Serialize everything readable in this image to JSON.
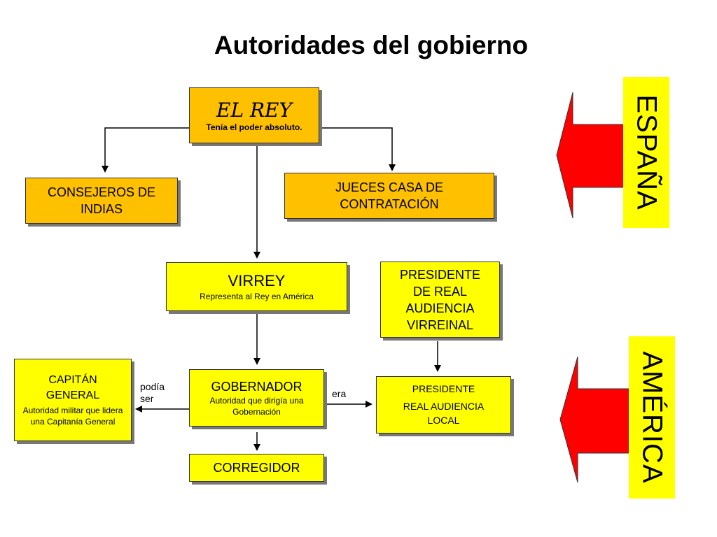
{
  "title": "Autoridades del gobierno",
  "nodes": {
    "rey": {
      "name": "EL REY",
      "desc": "Tenía el poder absoluto."
    },
    "consejeros": {
      "name": "CONSEJEROS DE INDIAS"
    },
    "jueces": {
      "name": "JUECES CASA DE CONTRATACIÓN"
    },
    "virrey": {
      "name": "VIRREY",
      "desc": "Representa al Rey en América"
    },
    "presidente_virreinal": {
      "name": "PRESIDENTE DE REAL AUDIENCIA VIRREINAL"
    },
    "capitan": {
      "name": "CAPITÁN GENERAL",
      "desc": "Autoridad militar que lidera una Capitanía General"
    },
    "gobernador": {
      "name": "GOBERNADOR",
      "desc": "Autoridad que dirigía una Gobernación"
    },
    "presidente_local": {
      "line1": "PRESIDENTE",
      "line2": "REAL AUDIENCIA LOCAL"
    },
    "corregidor": {
      "name": "CORREGIDOR"
    }
  },
  "edge_labels": {
    "podia_ser": "podía ser",
    "era": "era"
  },
  "regions": {
    "espana": "ESPAÑA",
    "america": "AMÉRICA"
  },
  "colors": {
    "orange_box": "#ffc000",
    "yellow_box": "#ffff00",
    "arrow_red": "#ff0000",
    "region_panel": "#ffff00"
  }
}
